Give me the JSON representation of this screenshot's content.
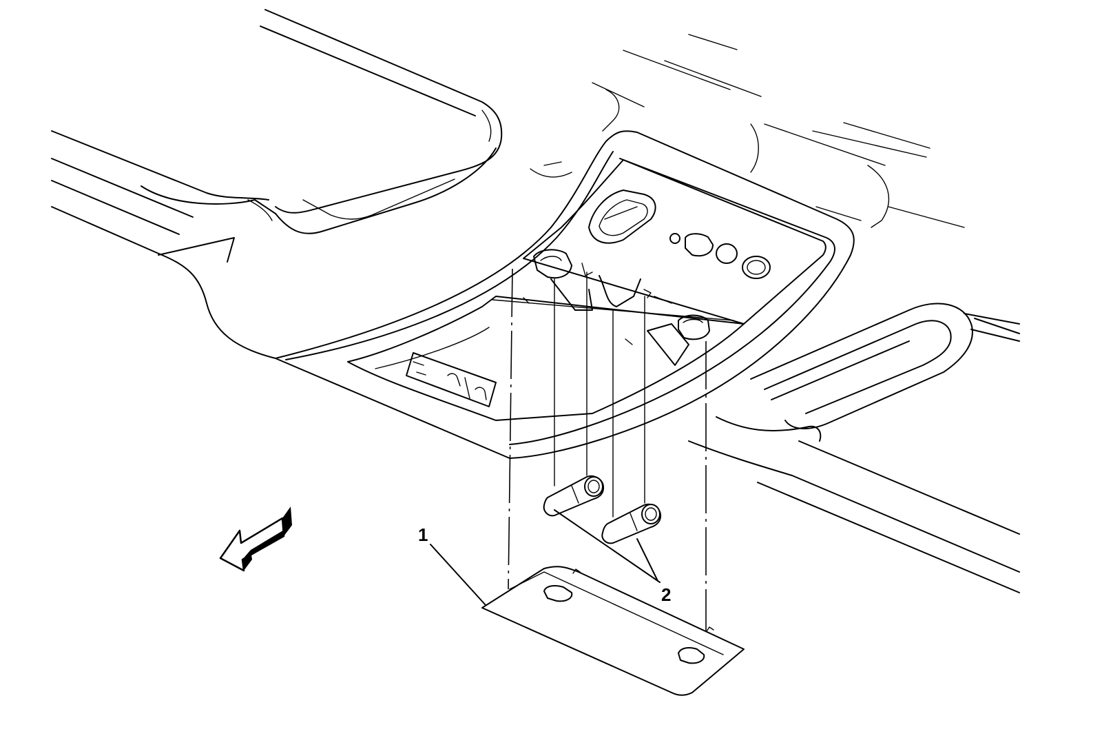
{
  "callouts": {
    "cover_number": "1",
    "bulbs_number": "2"
  },
  "colors": {
    "line": "#000000",
    "background": "#ffffff"
  },
  "icons": {
    "direction_arrow": "front-direction-arrow-icon",
    "seat_symbols": "seat-occupant-icons"
  }
}
